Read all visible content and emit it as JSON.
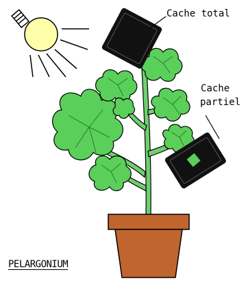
{
  "labels": {
    "cache_total": "Cache total",
    "cache": "Cache",
    "partiel": "partiel",
    "plant_name": "PELARGONIUM"
  },
  "colors": {
    "leaf": "#5ad05a",
    "leaf_dark": "#2a7a2a",
    "stem": "#6fd06f",
    "pot": "#c0652e",
    "bulb": "#ffffaa",
    "cover": "#111111"
  },
  "icons": {
    "lamp": "light-bulb-icon",
    "plant": "geranium-plant-icon"
  }
}
